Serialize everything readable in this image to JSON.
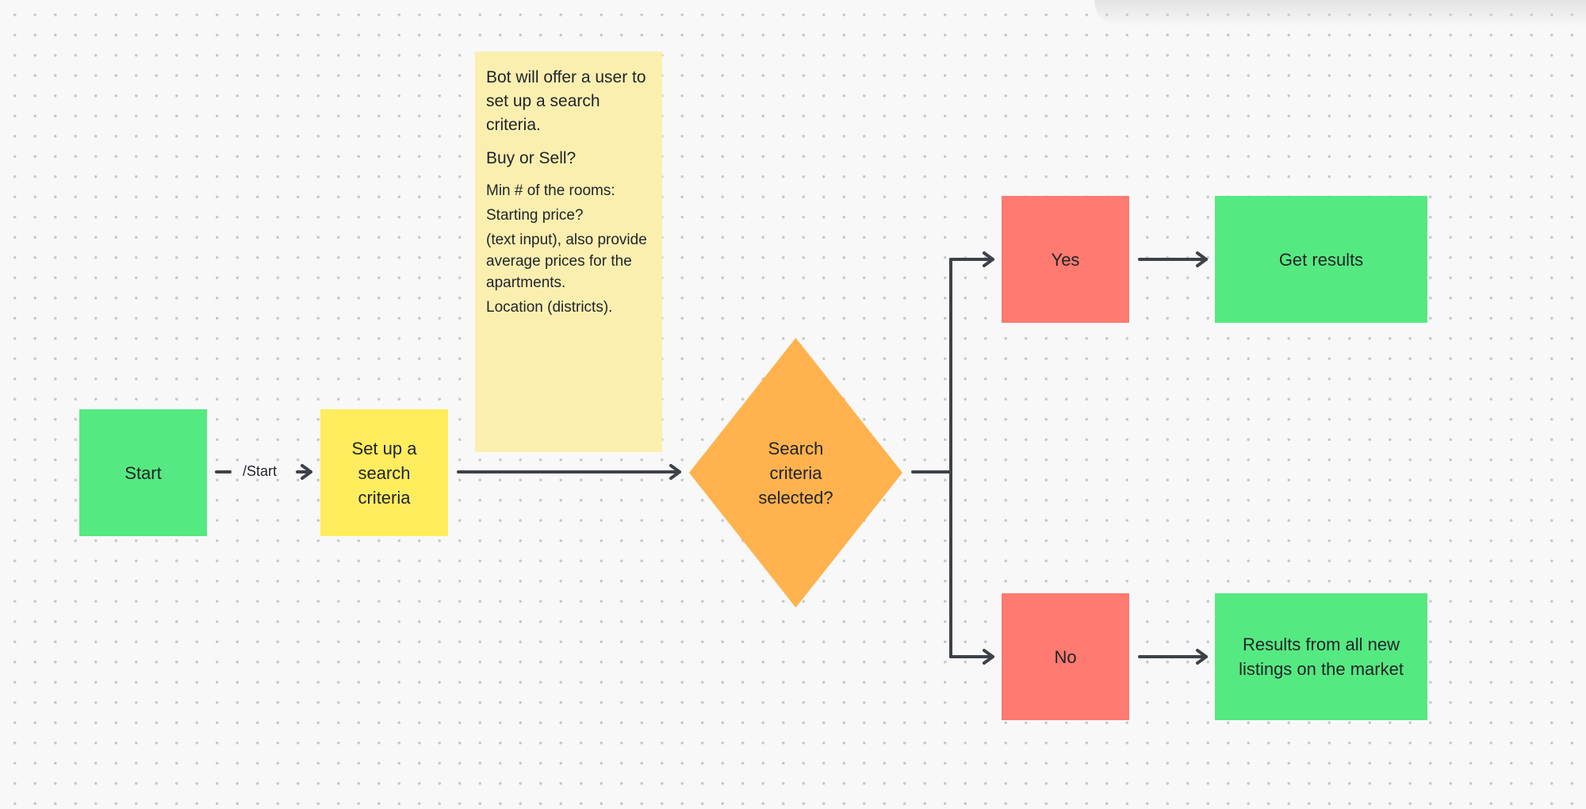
{
  "diagram": {
    "nodes": {
      "start": {
        "label": "Start",
        "color": "#55e981"
      },
      "setup": {
        "label": "Set up a search criteria",
        "color": "#ffed5e"
      },
      "decision": {
        "label": "Search criteria selected?",
        "color": "#ffb24d"
      },
      "yes": {
        "label": "Yes",
        "color": "#ff7a70"
      },
      "no": {
        "label": "No",
        "color": "#ff7a70"
      },
      "get_results": {
        "label": "Get results",
        "color": "#55e981"
      },
      "all_results": {
        "label": "Results from all new listings on the market",
        "color": "#55e981"
      }
    },
    "edge_labels": {
      "start_to_setup": "/Start"
    },
    "note": {
      "color": "#fbefb0",
      "intro": "Bot will offer a user to set up a search criteria.",
      "question": "Buy or Sell?",
      "rooms": "Min # of the rooms:",
      "price": "Starting price?",
      "price_detail": "(text input), also provide average prices for the apartments.",
      "location": "Location (districts)."
    },
    "connector_color": "#3d4148"
  }
}
